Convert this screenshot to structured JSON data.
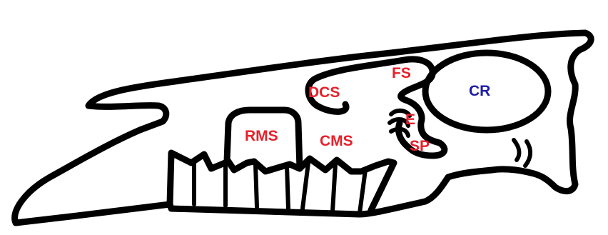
{
  "colors": {
    "background": "#ffffff",
    "outline": "#000000",
    "sinus_label": "#e8202a",
    "cranium_label": "#1c1ca8"
  },
  "labels": {
    "fs": "FS",
    "dcs": "DCS",
    "cr": "CR",
    "rms": "RMS",
    "cms": "CMS",
    "e": "E",
    "sp": "SP"
  }
}
